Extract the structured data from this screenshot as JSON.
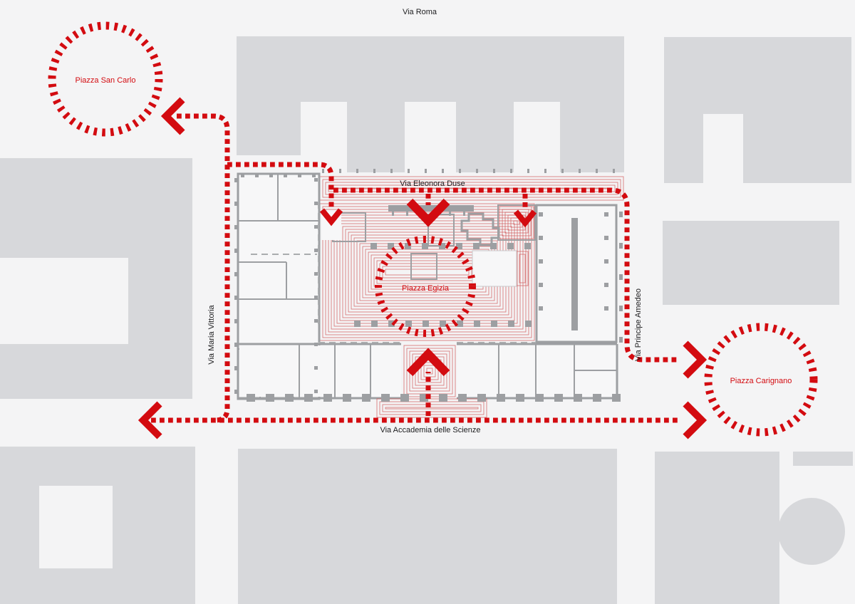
{
  "labels": {
    "via_roma": "Via Roma",
    "piazza_san_carlo": "Piazza San Carlo",
    "via_eleonora_duse": "Via Eleonora Duse",
    "via_maria_vittoria": "Via Maria Vittoria",
    "via_principe_amedeo": "Via Principe Amedeo",
    "piazza_egizia": "Piazza Egizia",
    "piazza_carignano": "Piazza Carignano",
    "via_accademia_delle_scienze": "Via Accademia delle Scienze"
  },
  "colors": {
    "accent_red": "#d30b10",
    "pattern_red": "#cf5456",
    "block_gray": "#d7d8db",
    "wall_gray": "#9d9fa2",
    "background": "#f4f4f5",
    "room_white": "#f7f7f8",
    "label_black": "#1d1d1f"
  }
}
